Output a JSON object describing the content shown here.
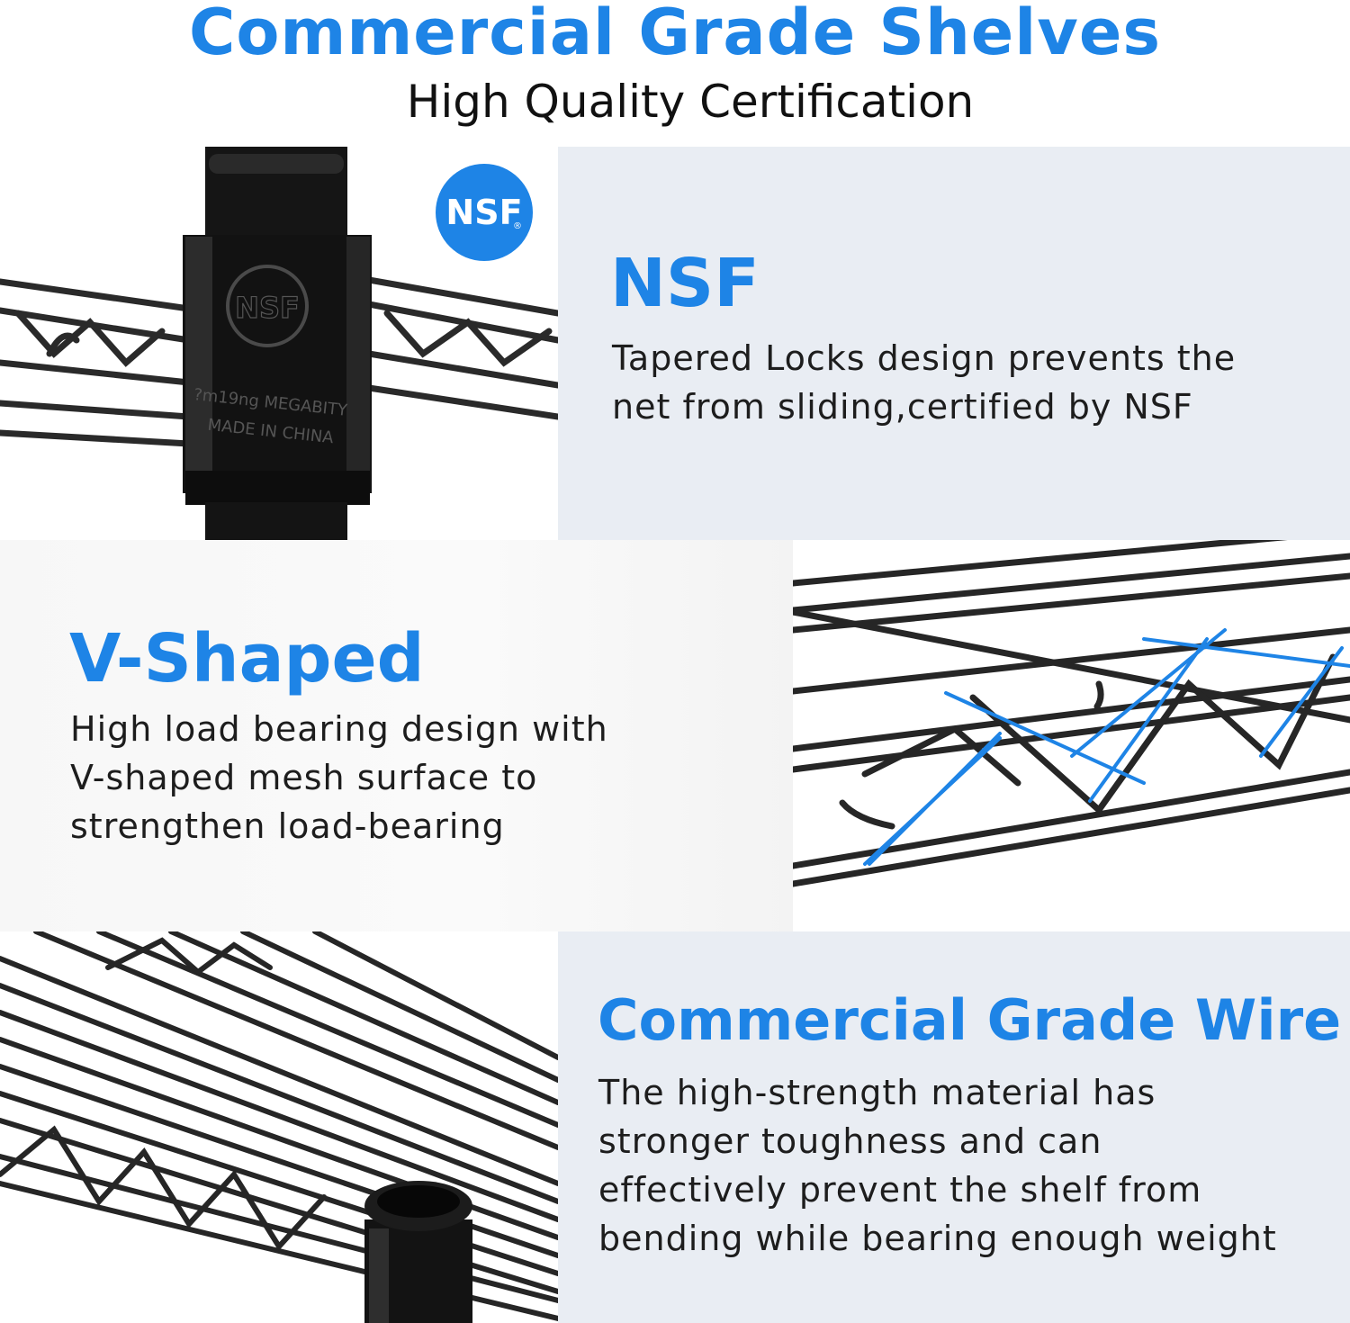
{
  "header": {
    "title": "Commercial Grade Shelves",
    "subtitle": "High Quality Certification"
  },
  "colors": {
    "accent": "#1e84e6",
    "panel_bg": "#e9edf3",
    "metal": "#1b1b1b"
  },
  "badge": {
    "text": "NSF",
    "registered": "®"
  },
  "pole_emboss": {
    "logo": "NSF",
    "line1": "?m19ng MEGABITY",
    "line2": "MADE IN CHINA"
  },
  "sections": [
    {
      "heading": "NSF",
      "body": "Tapered Locks design prevents the\nnet from sliding,certified by NSF",
      "image_icon": "pole-collar-photo"
    },
    {
      "heading": "V-Shaped",
      "body": "High load bearing design with\nV-shaped mesh surface to\nstrengthen load-bearing",
      "image_icon": "v-mesh-photo"
    },
    {
      "heading": "Commercial Grade Wire",
      "body": "The high-strength material has\nstronger toughness and can\neffectively prevent the shelf from\nbending while bearing enough weight",
      "image_icon": "wire-shelf-photo"
    }
  ]
}
